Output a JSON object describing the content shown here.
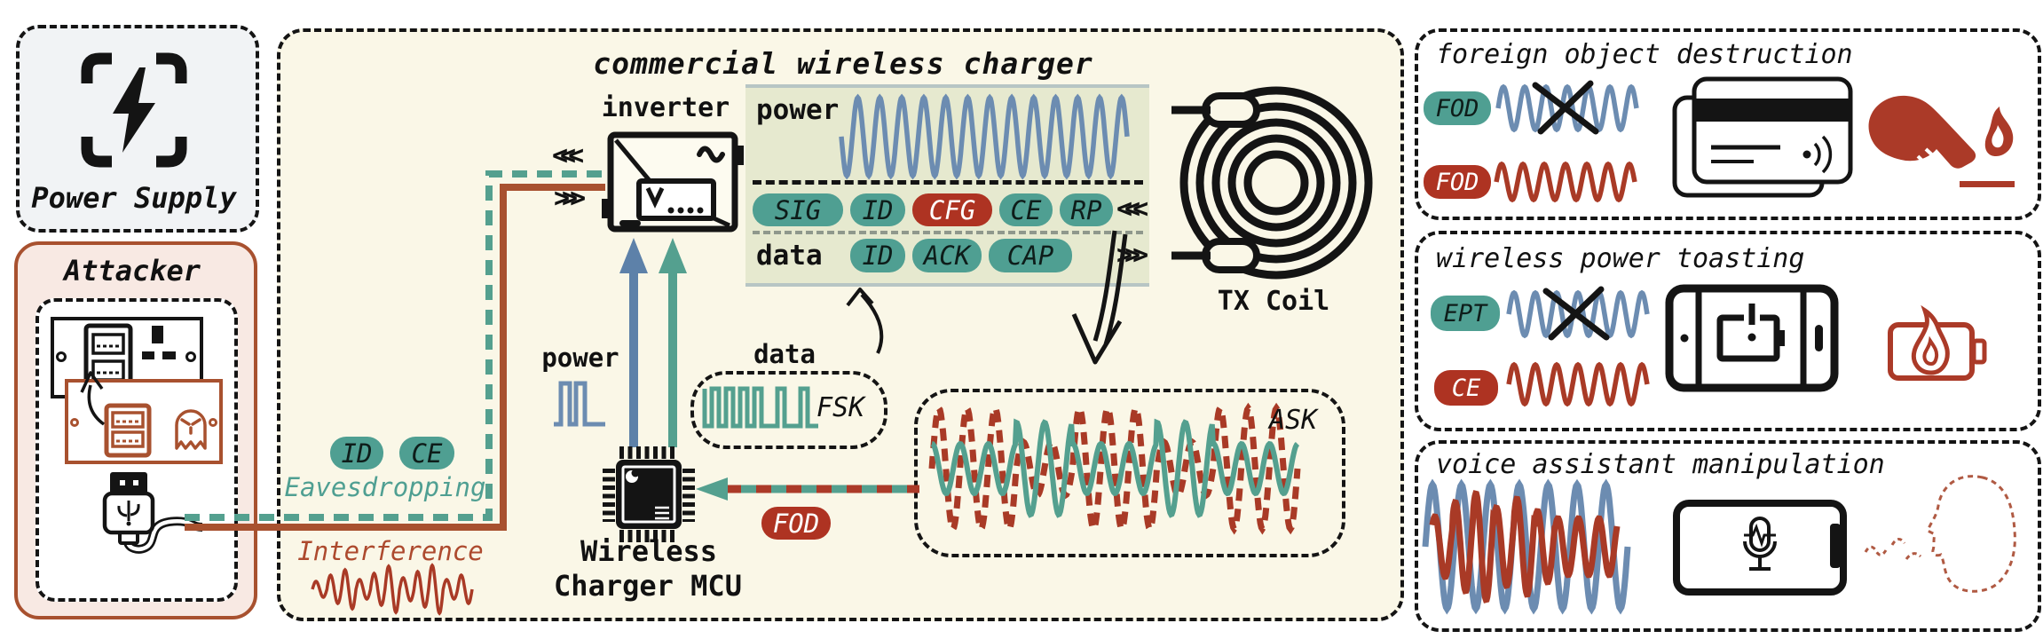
{
  "power_supply": {
    "label": "Power Supply"
  },
  "attacker": {
    "label": "Attacker"
  },
  "charger": {
    "title": "commercial wireless charger",
    "inverter_label": "inverter",
    "rx_arrows": "<<<",
    "tx_arrows": ">>>",
    "panel": {
      "power_label": "power",
      "control_badges": [
        "SIG",
        "ID",
        "CFG",
        "CE",
        "RP"
      ],
      "rx_arrows": "<<<",
      "data_label": "data",
      "data_badges": [
        "ID",
        "ACK",
        "CAP"
      ],
      "tx_arrows": ">>>"
    },
    "tx_coil_label": "TX Coil",
    "pulse_label": "power",
    "data_label": "data",
    "fsk_tag": "FSK",
    "ask_tag": "ASK",
    "mcu_line1": "Wireless",
    "mcu_line2": "Charger MCU",
    "fod_badge": "FOD",
    "eavesdropping_badges": [
      "ID",
      "CE"
    ],
    "eavesdropping_label": "Eavesdropping",
    "interference_label": "Interference"
  },
  "attacks": [
    {
      "title": "foreign object destruction",
      "badges": [
        {
          "label": "FOD",
          "variant": "teal"
        },
        {
          "label": "FOD",
          "variant": "red"
        }
      ]
    },
    {
      "title": "wireless power toasting",
      "badges": [
        {
          "label": "EPT",
          "variant": "teal"
        },
        {
          "label": "CE",
          "variant": "red"
        }
      ]
    },
    {
      "title": "voice assistant manipulation",
      "badges": []
    }
  ],
  "colors": {
    "teal": "#4f9f92",
    "red": "#ab3a28",
    "blue": "#6c8cb1",
    "brown_border": "#a8512f",
    "cream": "#faf7e7",
    "panel_green": "#e6e9cf"
  }
}
